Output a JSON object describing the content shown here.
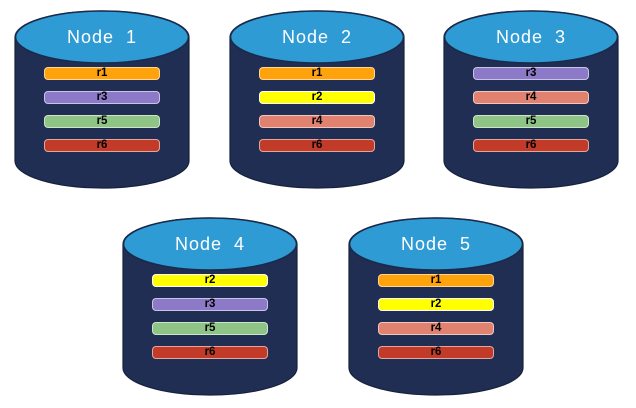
{
  "diagram": {
    "background": "#FFFFFF",
    "cylinder": {
      "body_color": "#1F2E52",
      "body_stroke": "#16213C",
      "top_color": "#2E9BD5",
      "top_stroke": "#1A2A4A",
      "title_color": "#FFFFFF"
    },
    "replica_label_color": "#000000",
    "replicas": {
      "r1": {
        "label": "r1",
        "color": "#FFA30D",
        "border": "rgba(255,255,255,0.55)"
      },
      "r2": {
        "label": "r2",
        "color": "#FFFF00",
        "border": "#FFFFFF"
      },
      "r3": {
        "label": "r3",
        "color": "#8C7AC8",
        "border": "rgba(255,255,255,0.55)"
      },
      "r4": {
        "label": "r4",
        "color": "#E0826F",
        "border": "rgba(255,255,255,0.55)"
      },
      "r5": {
        "label": "r5",
        "color": "#8EC587",
        "border": "rgba(255,255,255,0.55)"
      },
      "r6": {
        "label": "r6",
        "color": "#C23A28",
        "border": "rgba(255,255,255,0.55)"
      }
    },
    "nodes": [
      {
        "label": "Node  1",
        "bars": [
          "r1",
          "r3",
          "r5",
          "r6"
        ]
      },
      {
        "label": "Node  2",
        "bars": [
          "r1",
          "r2",
          "r4",
          "r6"
        ]
      },
      {
        "label": "Node  3",
        "bars": [
          "r3",
          "r4",
          "r5",
          "r6"
        ]
      },
      {
        "label": "Node  4",
        "bars": [
          "r2",
          "r3",
          "r5",
          "r6"
        ]
      },
      {
        "label": "Node  5",
        "bars": [
          "r1",
          "r2",
          "r4",
          "r6"
        ]
      }
    ]
  }
}
